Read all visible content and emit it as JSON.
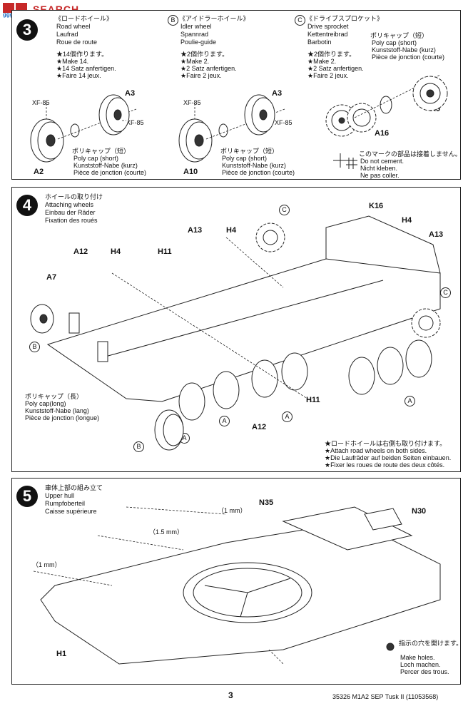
{
  "watermark": {
    "logo_text": "SEARCH",
    "sub_text": "ggg.tamiya.net"
  },
  "step3": {
    "number": "3",
    "sub_a": {
      "title_jp": "《ロードホイール》",
      "title_en": "Road wheel",
      "title_de": "Laufrad",
      "title_fr": "Roue de route",
      "make_jp": "★14個作ります。",
      "make_en": "★Make 14.",
      "make_de": "★14 Satz anfertigen.",
      "make_fr": "★Faire 14 jeux.",
      "paint_top": "XF-85",
      "paint_right": "XF-85",
      "part_a3": "A3",
      "part_a2": "A2",
      "polycap_jp": "ポリキャップ（短）",
      "polycap_en": "Poly cap (short)",
      "polycap_de": "Kunststoff-Nabe (kurz)",
      "polycap_fr": "Pièce de jonction (courte)"
    },
    "sub_b": {
      "letter": "B",
      "title_jp": "《アイドラーホイール》",
      "title_en": "Idler wheel",
      "title_de": "Spannrad",
      "title_fr": "Poulie-guide",
      "make_jp": "★2個作ります。",
      "make_en": "★Make 2.",
      "make_de": "★2 Satz anfertigen.",
      "make_fr": "★Faire 2 jeux.",
      "paint_top": "XF-85",
      "paint_right": "XF-85",
      "part_a3": "A3",
      "part_a10": "A10",
      "polycap_jp": "ポリキャップ（短）",
      "polycap_en": "Poly cap (short)",
      "polycap_de": "Kunststoff-Nabe (kurz)",
      "polycap_fr": "Pièce de jonction (courte)"
    },
    "sub_c": {
      "letter": "C",
      "title_jp": "《ドライブスプロケット》",
      "title_en": "Drive sprocket",
      "title_de": "Kettentreibrad",
      "title_fr": "Barbotin",
      "make_jp": "★2個作ります。",
      "make_en": "★Make 2.",
      "make_de": "★2 Satz anfertigen.",
      "make_fr": "★Faire 2 jeux.",
      "polycap_jp": "ポリキャップ（短）",
      "polycap_en": "Poly cap (short)",
      "polycap_de": "Kunststoff-Nabe (kurz)",
      "polycap_fr": "Pièce de jonction (courte)",
      "part_a9": "A9",
      "part_a16": "A16",
      "nocement_jp": "このマークの部品は接着しません。",
      "nocement_en": "Do not cement.",
      "nocement_de": "Nicht kleben.",
      "nocement_fr": "Ne pas coller."
    }
  },
  "step4": {
    "number": "4",
    "title_jp": "ホイールの取り付け",
    "title_en": "Attaching wheels",
    "title_de": "Einbau der Räder",
    "title_fr": "Fixation des roués",
    "parts": {
      "k16": "K16",
      "h4_left": "H4",
      "h4_mid": "H4",
      "h4_right": "H4",
      "a13_left": "A13",
      "a13_right": "A13",
      "a12_top": "A12",
      "a12_bottom": "A12",
      "h11_top": "H11",
      "h11_bottom": "H11",
      "a7": "A7"
    },
    "markers": {
      "c": "C",
      "b": "B",
      "a": "A"
    },
    "polycap_jp": "ポリキャップ（長）",
    "polycap_en": "Poly cap(long)",
    "polycap_de": "Kunststoff-Nabe (lang)",
    "polycap_fr": "Pièce de jonction (longue)",
    "note_jp": "★ロードホイールは右側も取り付けます。",
    "note_en": "★Attach road wheels on both sides.",
    "note_de": "★Die Laufräder auf beiden Seiten einbauen.",
    "note_fr": "★Fixer les roues de route des deux côtés."
  },
  "step5": {
    "number": "5",
    "title_jp": "車体上部の組み立て",
    "title_en": "Upper hull",
    "title_de": "Rumpfoberteil",
    "title_fr": "Caisse supérieure",
    "part_n35": "N35",
    "part_n30": "N30",
    "part_h1": "H1",
    "drill_1mm_a": "（1 mm）",
    "drill_15mm": "（1.5 mm）",
    "drill_1mm_b": "（1 mm）",
    "holes_jp": "指示の穴を開けます。",
    "holes_en": "Make holes.",
    "holes_de": "Loch machen.",
    "holes_fr": "Percer des trous."
  },
  "footer": {
    "page_number": "3",
    "product": "35326  M1A2 SEP Tusk II (11053568)"
  }
}
